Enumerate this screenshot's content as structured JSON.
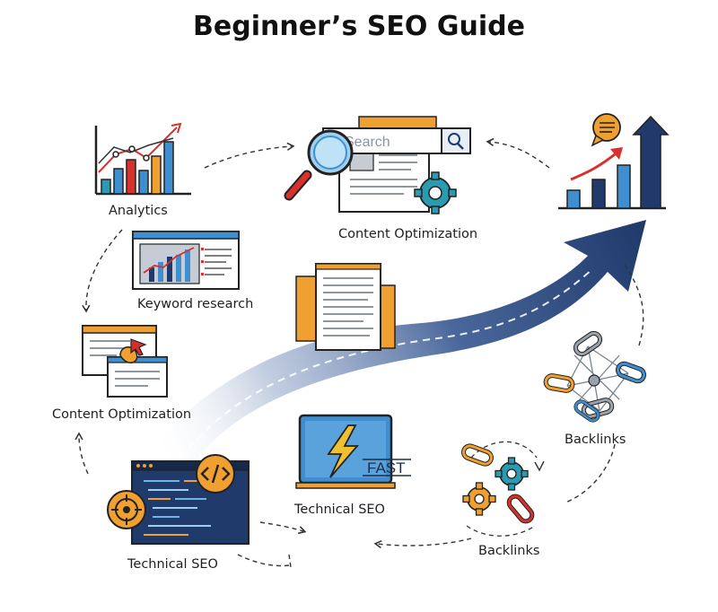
{
  "title": "Beginner’s SEO Guide",
  "labels": {
    "analytics": "Analytics",
    "content_optimization_top": "Content Optimization",
    "keyword_research": "Keyword research",
    "content_optimization_left": "Content Optimization",
    "technical_seo_center": "Technical SEO",
    "technical_seo_bottom": "Technical SEO",
    "backlinks_right": "Backlinks",
    "backlinks_bottom": "Backlinks"
  },
  "search_box": {
    "placeholder": "Search"
  },
  "speed_badge": "FAST",
  "colors": {
    "navy": "#1f3a6b",
    "blue": "#3f8fd0",
    "orange": "#f0a030",
    "red": "#d8302c",
    "teal": "#2a9bb0",
    "gray": "#9aa3ad"
  },
  "icons": [
    "bar-chart-icon",
    "magnifier-icon",
    "gear-icon",
    "growth-chart-icon",
    "chat-bubble-icon",
    "document-icon",
    "cursor-icon",
    "code-editor-icon",
    "target-icon",
    "lightning-icon",
    "chain-link-icon",
    "network-icon"
  ]
}
